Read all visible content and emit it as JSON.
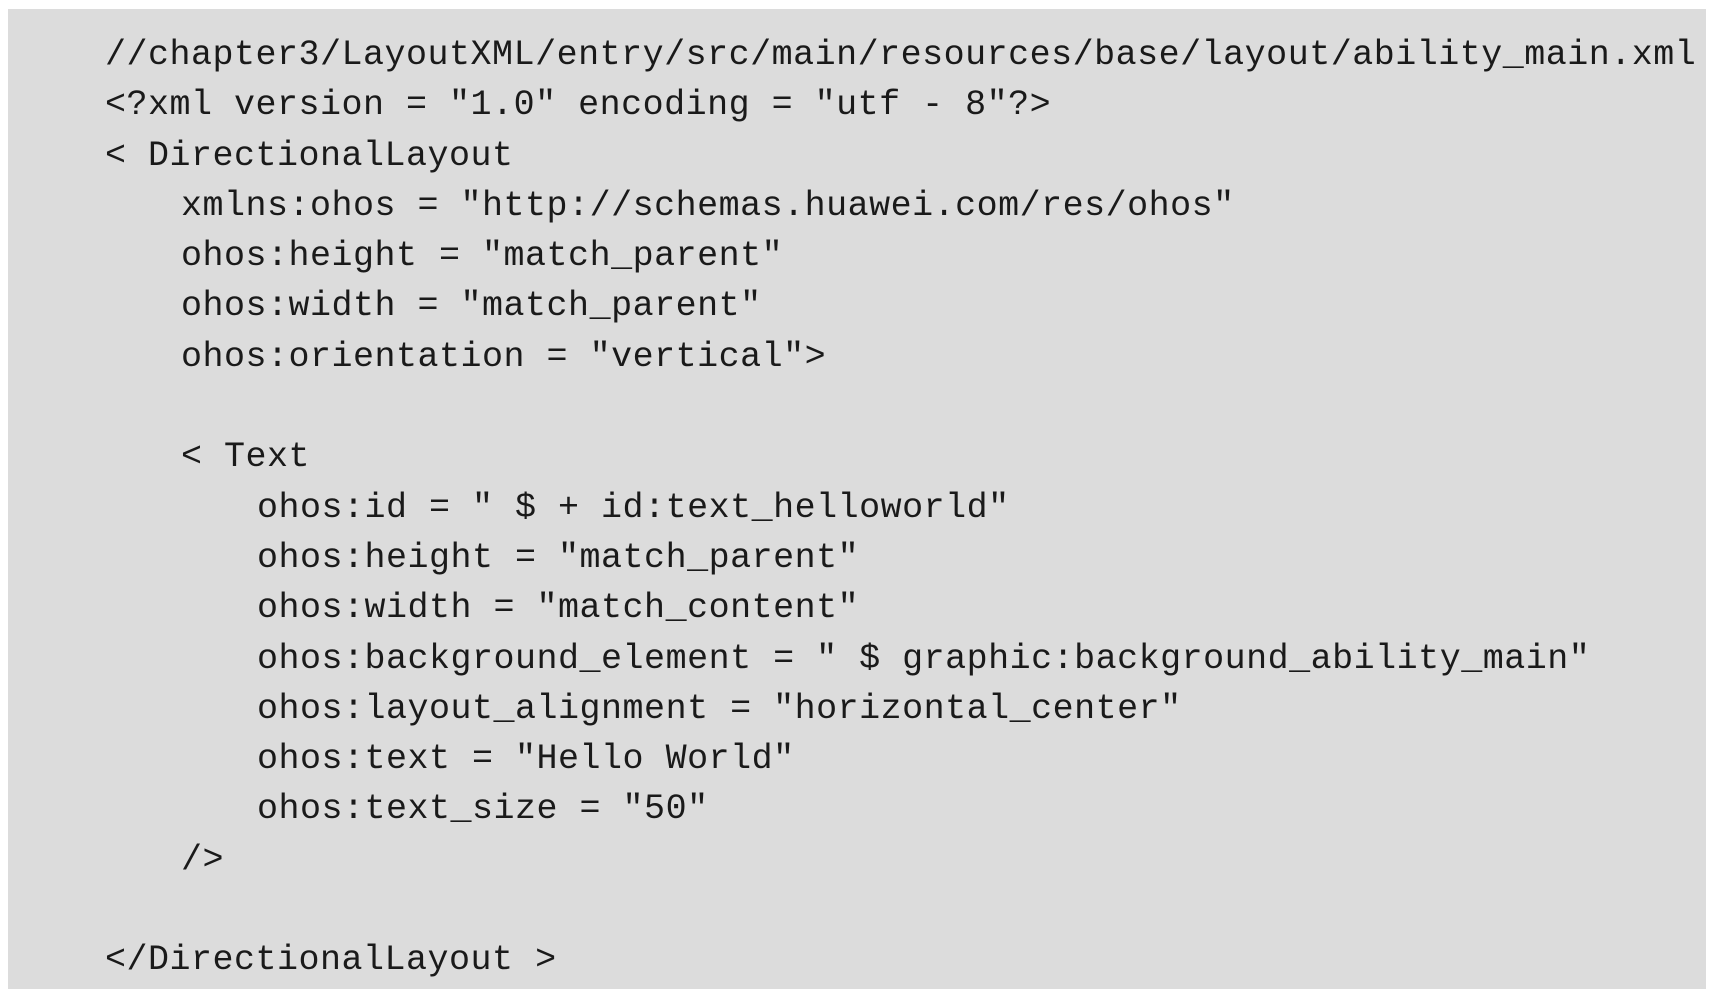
{
  "code": {
    "lines": [
      {
        "text": "//chapter3/LayoutXML/entry/src/main/resources/base/layout/ability_main.xml",
        "indent": 0
      },
      {
        "text": "<?xml version = \"1.0\" encoding = \"utf - 8\"?>",
        "indent": 0
      },
      {
        "text": "< DirectionalLayout",
        "indent": 0
      },
      {
        "text": "xmlns:ohos = \"http://schemas.huawei.com/res/ohos\"",
        "indent": 1
      },
      {
        "text": "ohos:height = \"match_parent\"",
        "indent": 1
      },
      {
        "text": "ohos:width = \"match_parent\"",
        "indent": 1
      },
      {
        "text": "ohos:orientation = \"vertical\">",
        "indent": 1
      },
      {
        "text": "",
        "indent": 0
      },
      {
        "text": "< Text",
        "indent": 1
      },
      {
        "text": "ohos:id = \" $ + id:text_helloworld\"",
        "indent": 2
      },
      {
        "text": "ohos:height = \"match_parent\"",
        "indent": 2
      },
      {
        "text": "ohos:width = \"match_content\"",
        "indent": 2
      },
      {
        "text": "ohos:background_element = \" $ graphic:background_ability_main\"",
        "indent": 2
      },
      {
        "text": "ohos:layout_alignment = \"horizontal_center\"",
        "indent": 2
      },
      {
        "text": "ohos:text = \"Hello World\"",
        "indent": 2
      },
      {
        "text": "ohos:text_size = \"50\"",
        "indent": 2
      },
      {
        "text": "/>",
        "indent": 1
      },
      {
        "text": "",
        "indent": 0
      },
      {
        "text": "</DirectionalLayout >",
        "indent": 0
      }
    ]
  }
}
